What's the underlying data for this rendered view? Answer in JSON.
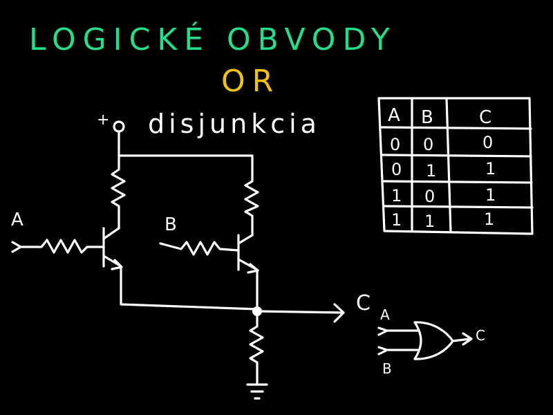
{
  "title": {
    "text": "LOGICKÉ OBVODY",
    "color": "#22e08a"
  },
  "subtitle": {
    "text": "OR",
    "color": "#f4c20d"
  },
  "label_disjunction": "disjunkcia",
  "power_label": "+",
  "inputs": {
    "a": "A",
    "b": "B"
  },
  "output": "C",
  "gate_labels": {
    "a": "A",
    "b": "B",
    "c": "C"
  },
  "truth_table": {
    "headers": [
      "A",
      "B",
      "C"
    ],
    "rows": [
      [
        "0",
        "0",
        "0"
      ],
      [
        "0",
        "1",
        "1"
      ],
      [
        "1",
        "0",
        "1"
      ],
      [
        "1",
        "1",
        "1"
      ]
    ]
  },
  "ground_symbol": "⏚"
}
